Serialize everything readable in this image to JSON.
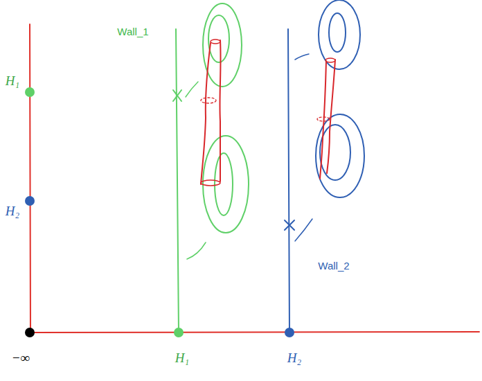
{
  "diagram": {
    "labels": [
      "Wall_1",
      "H₁",
      "H₂",
      "Wall_2",
      "−∞",
      "H₁",
      "H₂"
    ]
  }
}
